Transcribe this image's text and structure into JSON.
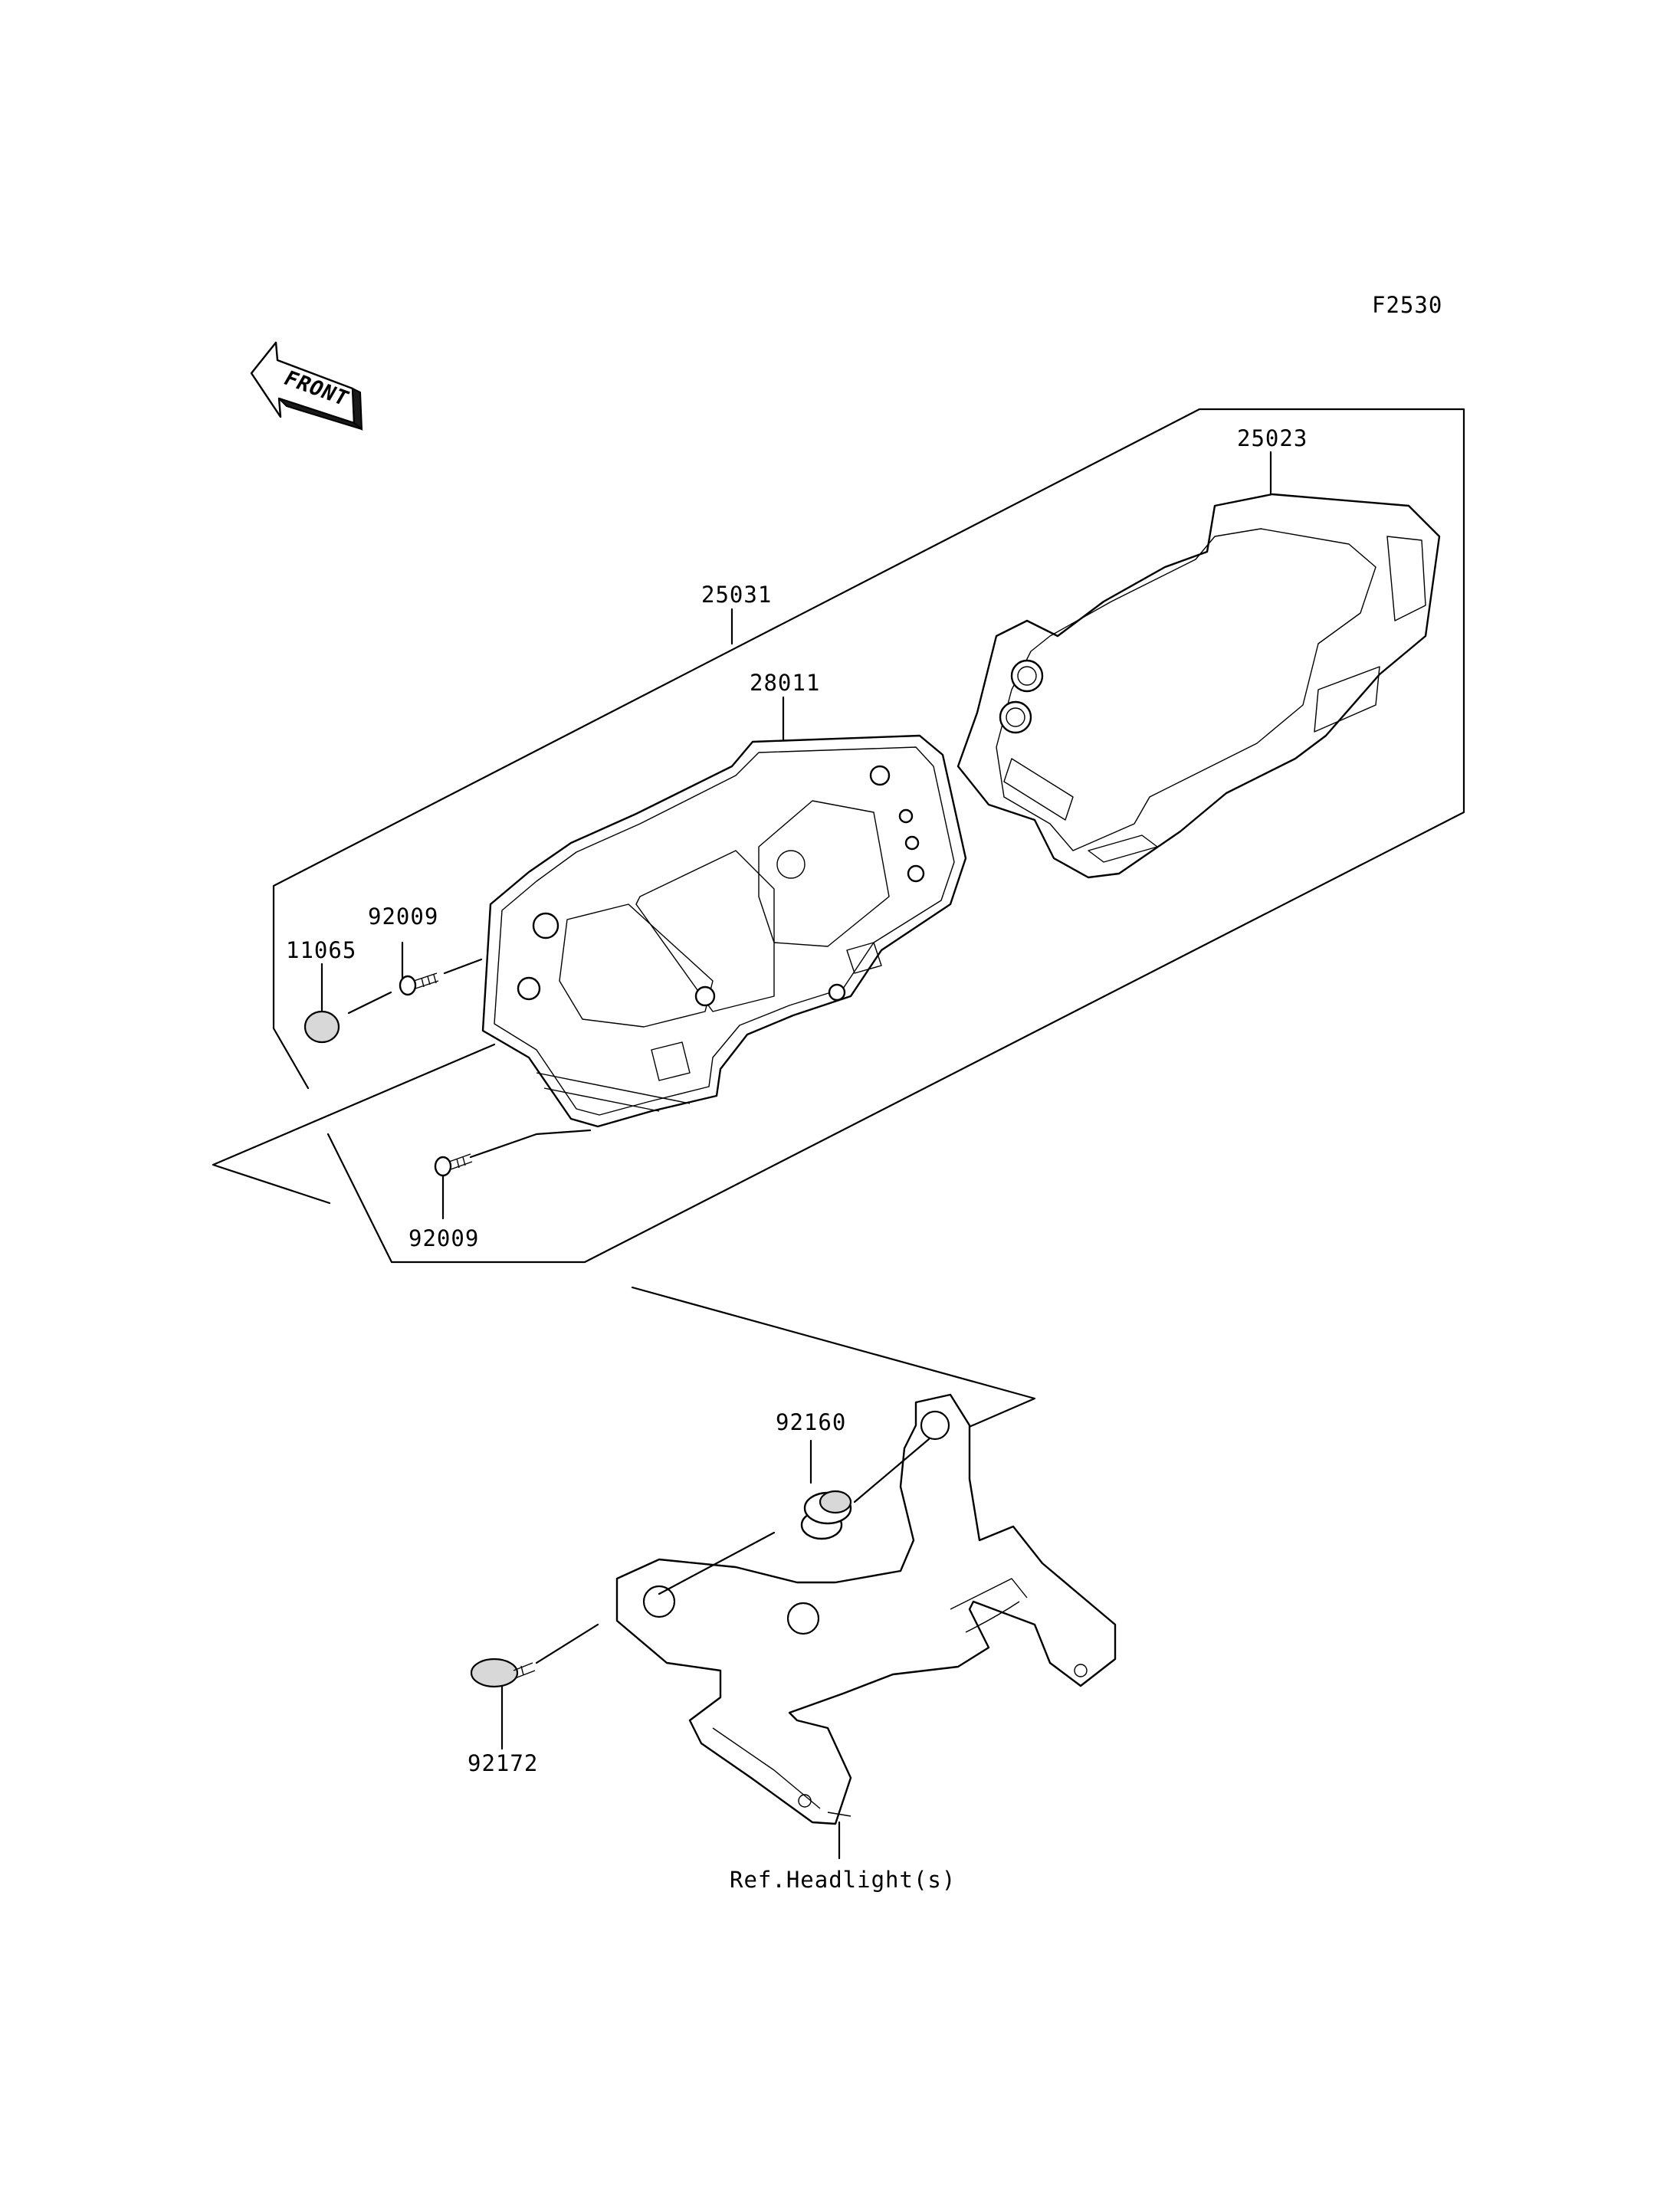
{
  "diagram_code": "F2530",
  "front_label": "FRONT",
  "parts": [
    {
      "number": "25023"
    },
    {
      "number": "25031"
    },
    {
      "number": "28011"
    },
    {
      "number": "92009"
    },
    {
      "number": "11065"
    },
    {
      "number": "92009"
    },
    {
      "number": "92160"
    },
    {
      "number": "92172"
    }
  ],
  "reference_label": "Ref.Headlight(s)"
}
